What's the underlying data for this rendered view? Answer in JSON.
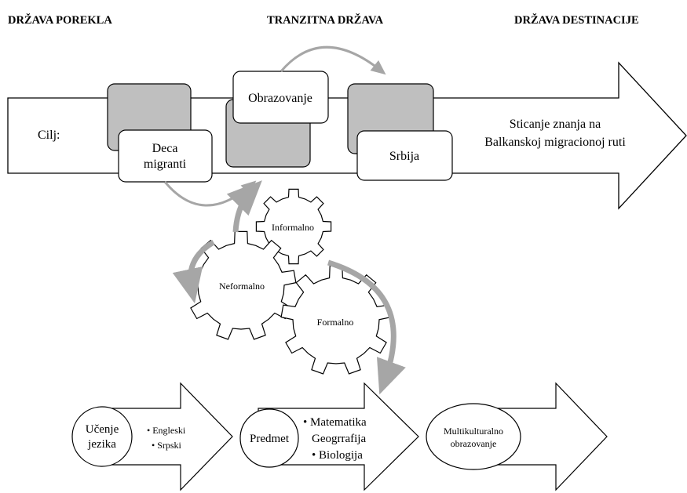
{
  "headers": {
    "origin": "DRŽAVA POREKLA",
    "transit": "TRANZITNA DRŽAVA",
    "destination": "DRŽAVA DESTINACIJE"
  },
  "main_arrow": {
    "left_label": "Cilj:",
    "right_label_line1": "Sticanje znanja na",
    "right_label_line2": "Balkanskoj migracionoj ruti"
  },
  "boxes": {
    "children_line1": "Deca",
    "children_line2": "migranti",
    "education": "Obrazovanje",
    "serbia": "Srbija"
  },
  "gears": {
    "informal": "Informalno",
    "nonformal": "Neformalno",
    "formal": "Formalno"
  },
  "bottom": {
    "language_line1": "Učenje",
    "language_line2": "jezika",
    "languages": [
      "Engleski",
      "Srpski"
    ],
    "subject": "Predmet",
    "subjects": [
      "Matematika",
      "Geogrrafija",
      "Biologija"
    ],
    "multicultural_line1": "Multikulturalno",
    "multicultural_line2": "obrazovanje"
  },
  "colors": {
    "box_gray": "#bfbfbf",
    "curve_gray": "#a6a6a6",
    "stroke": "#000000"
  }
}
